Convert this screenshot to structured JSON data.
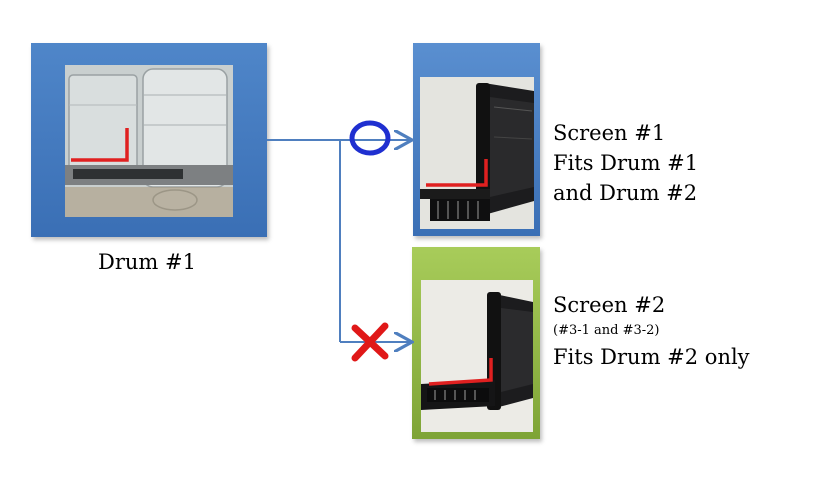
{
  "drum": {
    "label": "Drum #1"
  },
  "screen_1": {
    "line1": "Screen #1",
    "line2": "Fits Drum #1",
    "line3": "and Drum #2"
  },
  "screen_2": {
    "line1": "Screen #2",
    "line2": "(#3-1 and #3-2)",
    "line3": "Fits Drum #2 only"
  },
  "colors": {
    "arrow": "#4f7fbf",
    "ok_mark": "#1f2fd0",
    "no_mark": "#e01818",
    "panel_blue": "#3a6fb5",
    "panel_green": "#8ab33f",
    "highlight_red": "#e02020"
  }
}
